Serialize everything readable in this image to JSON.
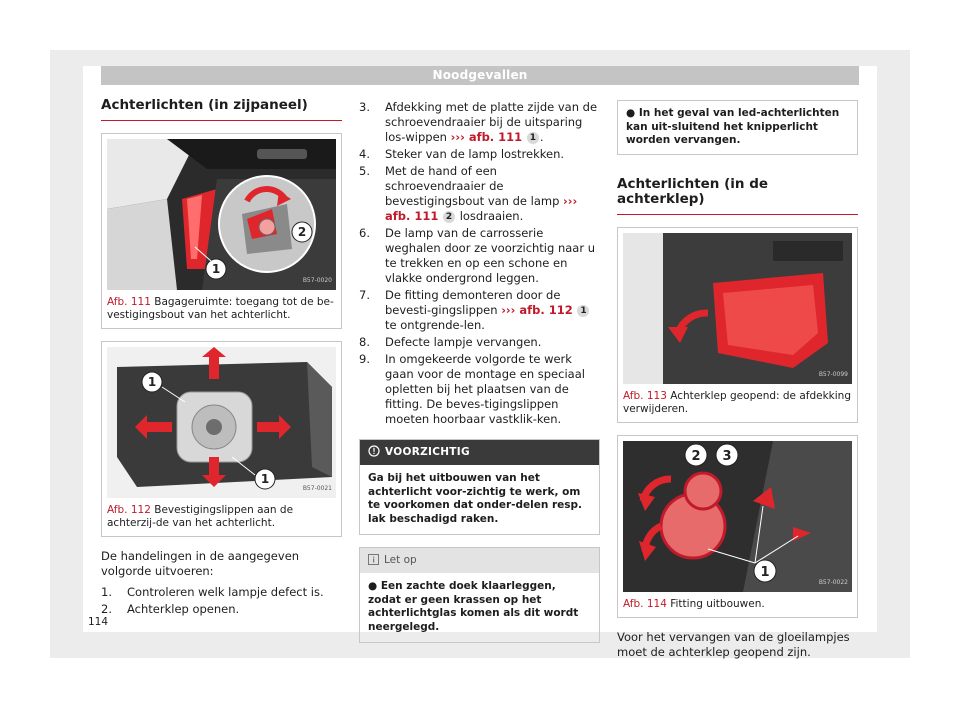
{
  "header": {
    "title": "Noodgevallen"
  },
  "left": {
    "heading": "Achterlichten (in zijpaneel)",
    "fig1": {
      "code": "B57-0020",
      "label": "Afb. 111",
      "caption": "Bagageruimte: toegang tot de be-vestigingsbout van het achterlicht."
    },
    "fig2": {
      "code": "B57-0021",
      "label": "Afb. 112",
      "caption": "Bevestigingslippen aan de achterzij-de van het achterlicht."
    },
    "intro": "De handelingen in de aangegeven volgorde uitvoeren:",
    "steps": [
      {
        "n": "1.",
        "text": "Controleren welk lampje defect is."
      },
      {
        "n": "2.",
        "text": "Achterklep openen."
      }
    ]
  },
  "middle": {
    "step3": {
      "n": "3.",
      "text": "Afdekking met de platte zijde van de schroevendraaier bij de uitsparing los-wippen",
      "link": "››› afb. 111",
      "num": "1",
      "after": "."
    },
    "step4": {
      "n": "4.",
      "text": "Steker van de lamp lostrekken."
    },
    "step5": {
      "n": "5.",
      "text": "Met de hand of een schroevendraaier de bevestigingsbout van de lamp",
      "link": "››› afb. 111",
      "num": "2",
      "after": "losdraaien."
    },
    "step6": {
      "n": "6.",
      "text": "De lamp van de carrosserie weghalen door ze voorzichtig naar u te trekken en op een schone en vlakke ondergrond leggen."
    },
    "step7": {
      "n": "7.",
      "text": "De fitting demonteren door de bevesti-gingslippen",
      "link": "››› afb. 112",
      "num": "1",
      "after": "te ontgrende-len."
    },
    "step8": {
      "n": "8.",
      "text": "Defecte lampje vervangen."
    },
    "step9": {
      "n": "9.",
      "text": "In omgekeerde volgorde te werk gaan voor de montage en speciaal opletten bij het plaatsen van de fitting. De beves-tigingslippen moeten hoorbaar vastklik-ken."
    },
    "warning": {
      "title": "VOORZICHTIG",
      "body": "Ga bij het uitbouwen van het achterlicht voor-zichtig te werk, om te voorkomen dat onder-delen resp. lak beschadigd raken."
    },
    "note": {
      "title": "Let op",
      "body": "Een zachte doek klaarleggen, zodat er geen krassen op het achterlichtglas komen als dit wordt neergelegd."
    }
  },
  "right": {
    "bullet": "In het geval van led-achterlichten kan uit-sluitend het knipperlicht worden vervangen.",
    "heading": "Achterlichten (in de achterklep)",
    "fig3": {
      "code": "B57-0099",
      "label": "Afb. 113",
      "caption": "Achterklep geopend: de afdekking verwijderen."
    },
    "fig4": {
      "code": "B57-0022",
      "label": "Afb. 114",
      "caption": "Fitting uitbouwen."
    },
    "closing": "Voor het vervangen van de gloeilampjes moet de achterklep geopend zijn."
  },
  "footer": {
    "page_number": "114"
  },
  "colors": {
    "accent": "#c01a2b",
    "header_bar": "#c4c4c4",
    "warning_head": "#3a3a3a"
  }
}
